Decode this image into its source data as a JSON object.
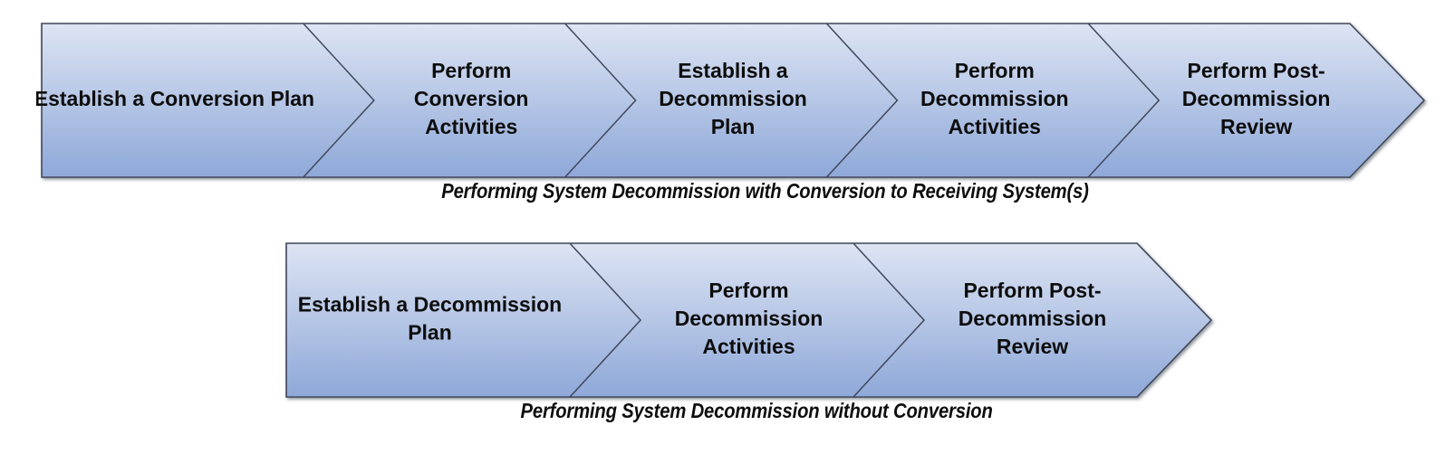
{
  "diagram": {
    "title_hidden": "",
    "colors": {
      "chevron_gradient_top": "#dde4f3",
      "chevron_gradient_bottom": "#8ea8d8",
      "chevron_outline": "#40475a",
      "text": "#0d0d0d",
      "background": "#ffffff"
    },
    "rows": [
      {
        "id": "row-1",
        "caption": "Performing System Decommission with Conversion to Receiving System(s)",
        "steps": [
          {
            "lines": [
              "Establish a Conversion Plan"
            ]
          },
          {
            "lines": [
              "Perform",
              "Conversion",
              "Activities"
            ]
          },
          {
            "lines": [
              "Establish a",
              "Decommission",
              "Plan"
            ]
          },
          {
            "lines": [
              "Perform",
              "Decommission",
              "Activities"
            ]
          },
          {
            "lines": [
              "Perform Post-",
              "Decommission",
              "Review"
            ]
          }
        ]
      },
      {
        "id": "row-2",
        "caption": "Performing System Decommission without Conversion",
        "steps": [
          {
            "lines": [
              "Establish a Decommission",
              "Plan"
            ]
          },
          {
            "lines": [
              "Perform",
              "Decommission",
              "Activities"
            ]
          },
          {
            "lines": [
              "Perform Post-",
              "Decommission",
              "Review"
            ]
          }
        ]
      }
    ]
  }
}
